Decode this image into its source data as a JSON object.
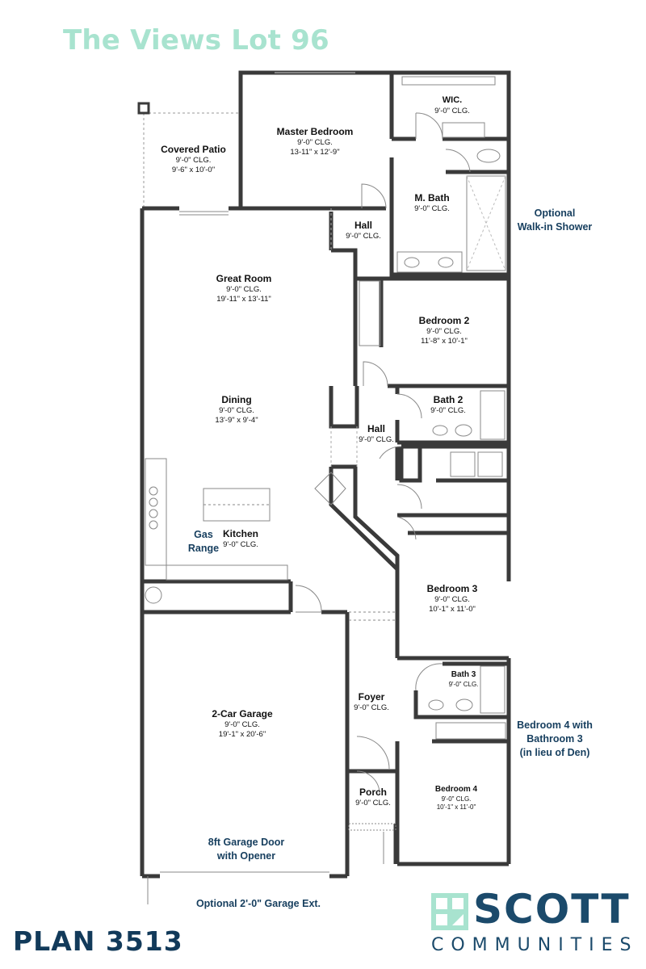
{
  "header": {
    "title": "The Views Lot 96"
  },
  "rooms": {
    "covered_patio": {
      "name": "Covered Patio",
      "ceiling": "9'-0\" CLG.",
      "dims": "9'-6\" x 10'-0\""
    },
    "master_bedroom": {
      "name": "Master Bedroom",
      "ceiling": "9'-0\" CLG.",
      "dims": "13-11\" x 12'-9\""
    },
    "wic": {
      "name": "WIC.",
      "ceiling": "9'-0\" CLG."
    },
    "m_bath": {
      "name": "M. Bath",
      "ceiling": "9'-0\" CLG."
    },
    "hall_upper": {
      "name": "Hall",
      "ceiling": "9'-0\" CLG."
    },
    "great_room": {
      "name": "Great Room",
      "ceiling": "9'-0\" CLG.",
      "dims": "19'-11\" x 13'-11\""
    },
    "bedroom_2": {
      "name": "Bedroom 2",
      "ceiling": "9'-0\" CLG.",
      "dims": "11'-8\" x 10'-1\""
    },
    "dining": {
      "name": "Dining",
      "ceiling": "9'-0\" CLG.",
      "dims": "13'-9\" x 9'-4\""
    },
    "bath_2": {
      "name": "Bath 2",
      "ceiling": "9'-0\" CLG."
    },
    "hall_lower": {
      "name": "Hall",
      "ceiling": "9'-0\" CLG."
    },
    "kitchen": {
      "name": "Kitchen",
      "ceiling": "9'-0\" CLG."
    },
    "bedroom_3": {
      "name": "Bedroom 3",
      "ceiling": "9'-0\" CLG.",
      "dims": "10'-1\" x 11'-0\""
    },
    "bath_3": {
      "name": "Bath 3",
      "ceiling": "9'-0\" CLG."
    },
    "foyer": {
      "name": "Foyer",
      "ceiling": "9'-0\" CLG."
    },
    "garage": {
      "name": "2-Car Garage",
      "ceiling": "9'-0\" CLG.",
      "dims": "19'-1\" x 20'-6\""
    },
    "bedroom_4": {
      "name": "Bedroom 4",
      "ceiling": "9'-0\" CLG.",
      "dims": "10'-1\" x 11'-0\""
    },
    "porch": {
      "name": "Porch",
      "ceiling": "9'-0\" CLG."
    }
  },
  "notes": {
    "optional_shower": "Optional\nWalk-in Shower",
    "gas_range": "Gas\nRange",
    "bedroom4_option": "Bedroom 4 with\nBathroom 3\n(in lieu of Den)",
    "garage_door": "8ft Garage Door\nwith Opener",
    "garage_ext": "Optional 2'-0\" Garage Ext."
  },
  "footer": {
    "plan": "PLAN 3513",
    "brand": "SCOTT",
    "brand_sub": "COMMUNITIES"
  },
  "colors": {
    "title": "#a8e3cf",
    "wall": "#3a3a3a",
    "note": "#163e5e",
    "brand": "#1b4a6b",
    "logo_mark": "#a8e3cf"
  }
}
